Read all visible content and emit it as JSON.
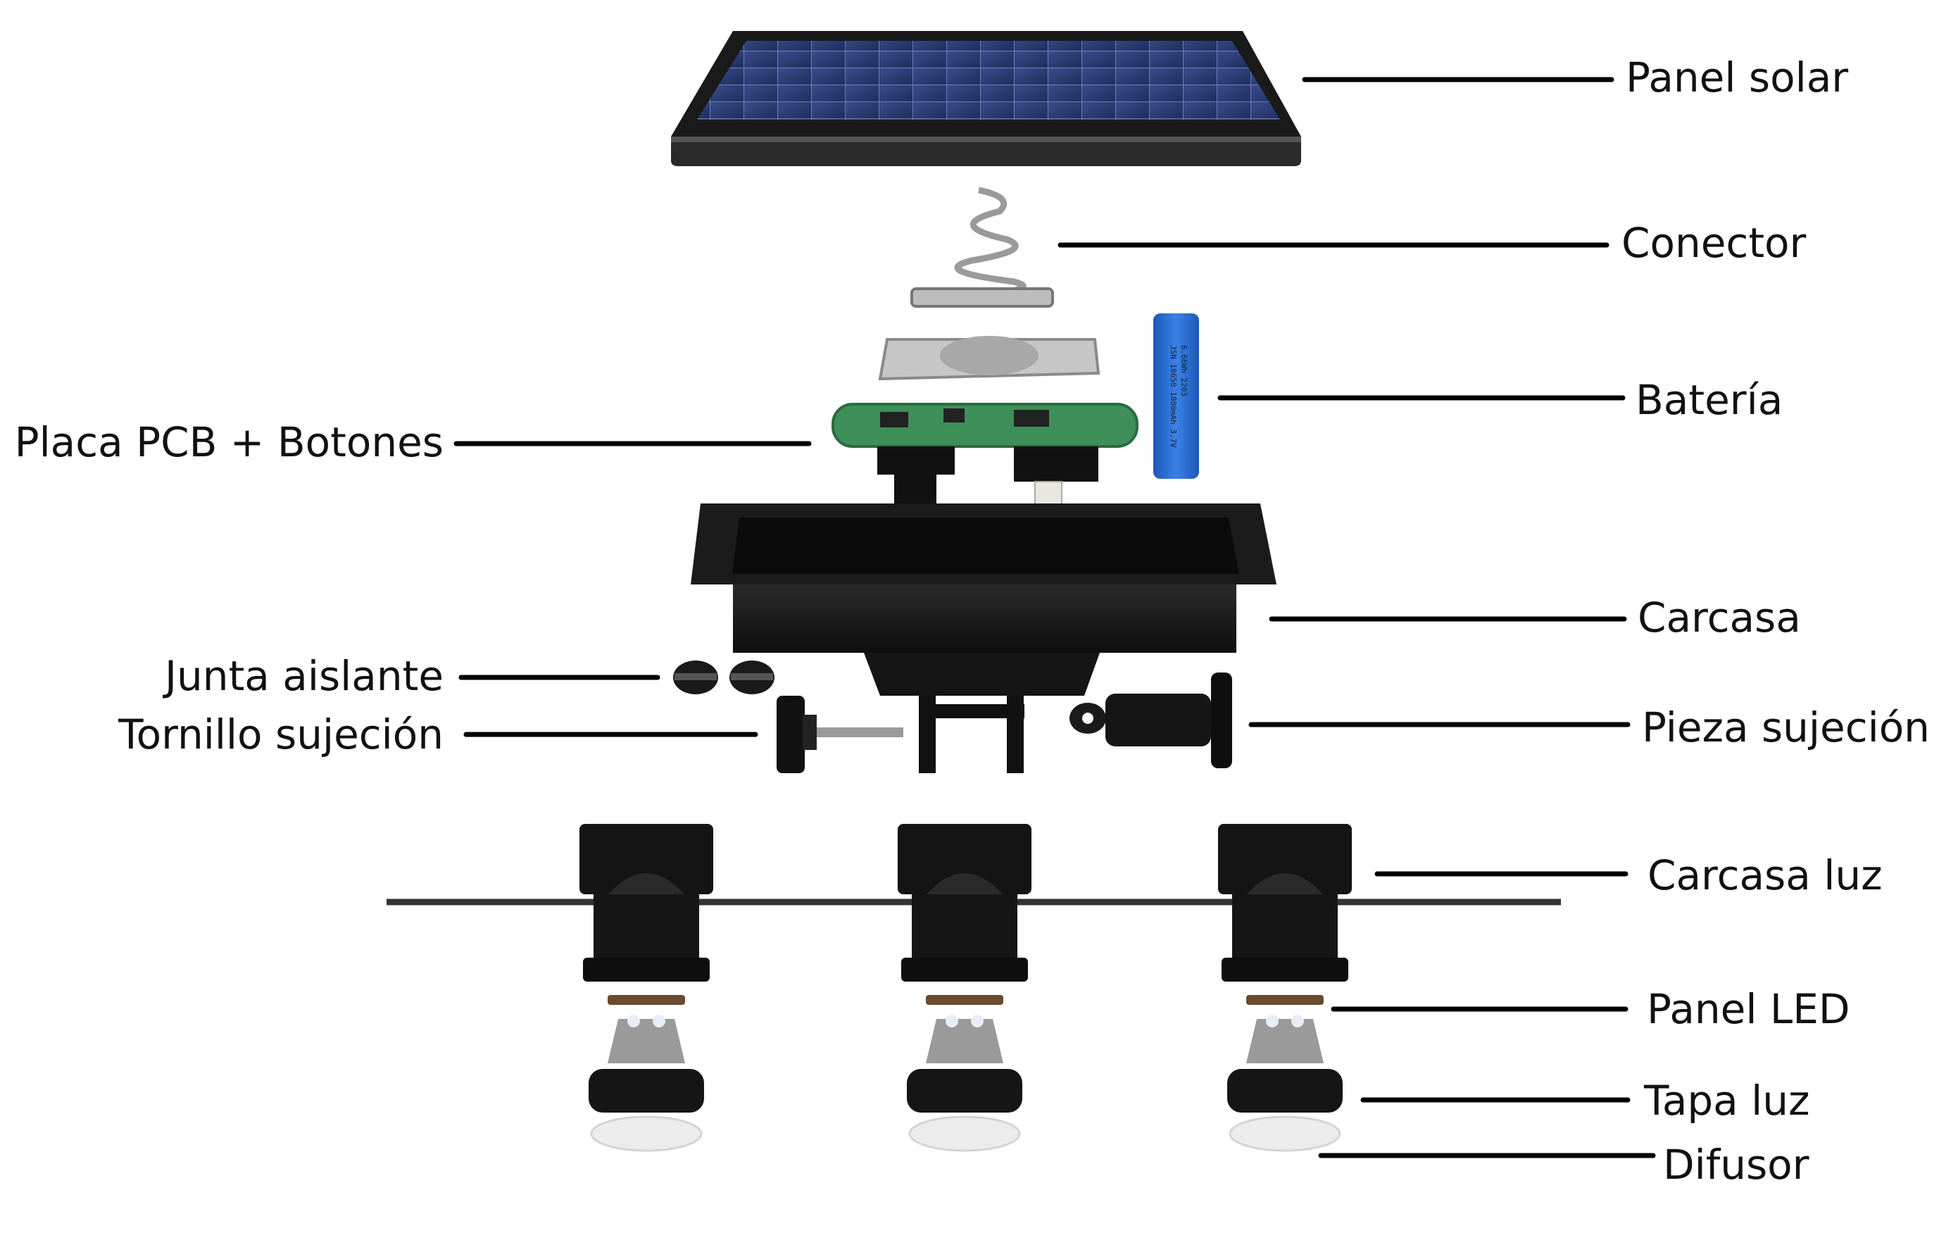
{
  "labels": {
    "panel_solar": "Panel solar",
    "conector": "Conector",
    "bateria": "Batería",
    "placa_pcb": "Placa PCB + Botones",
    "carcasa": "Carcasa",
    "junta": "Junta aislante",
    "tornillo": "Tornillo sujeción",
    "pieza": "Pieza sujeción",
    "carcasa_luz": "Carcasa luz",
    "panel_led": "Panel LED",
    "tapa_luz": "Tapa luz",
    "difusor": "Difusor"
  },
  "battery_print": {
    "line1": "JSN 18650 1800mAh 3.7V",
    "line2": "6.66Wh 2203"
  },
  "colors": {
    "solar_cell": "#2b3f7a",
    "frame": "#1c1c1c",
    "pcb": "#3f8f5a",
    "battery": "#2a6fd6",
    "metal": "#b9b9b9"
  }
}
